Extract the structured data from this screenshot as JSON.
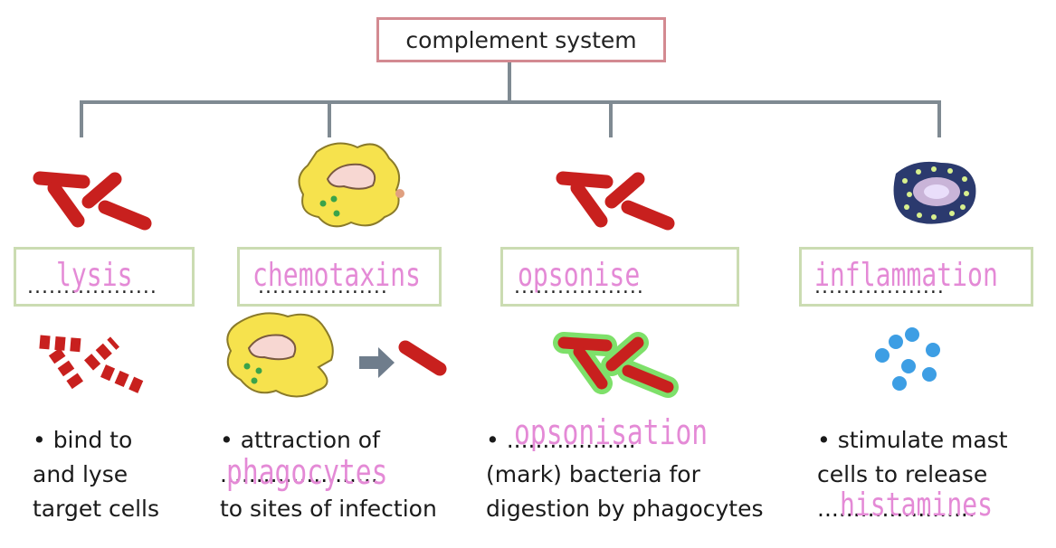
{
  "title": "complement system",
  "branches": [
    {
      "label_dots": "..................",
      "handwritten": "lysis",
      "desc_lines": [
        "• bind to",
        "and lyse",
        "target cells"
      ]
    },
    {
      "label_dots": "..................",
      "handwritten": "chemotaxins",
      "desc_lines": [
        "• attraction of",
        "......................",
        "to sites of infection"
      ],
      "desc_handwritten": "phagocytes"
    },
    {
      "label_dots": "..................",
      "handwritten": "opsonise",
      "desc_lines": [
        "• ..................",
        "(mark) bacteria for",
        "digestion by phagocytes"
      ],
      "desc_handwritten": "opsonisation"
    },
    {
      "label_dots": "..................",
      "handwritten": "inflammation",
      "desc_lines": [
        "• stimulate mast",
        "cells to release",
        "......................"
      ],
      "desc_handwritten": "histamines"
    }
  ],
  "colors": {
    "title_border": "#d38a91",
    "label_border": "#cbdcb2",
    "connector": "#7f8a92",
    "bacteria": "#c8201e",
    "handwriting": "#e48ad6",
    "phagocyte": "#f6e24d",
    "mast_cell": "#2b3a6e",
    "granules": "#3d9ee4"
  }
}
